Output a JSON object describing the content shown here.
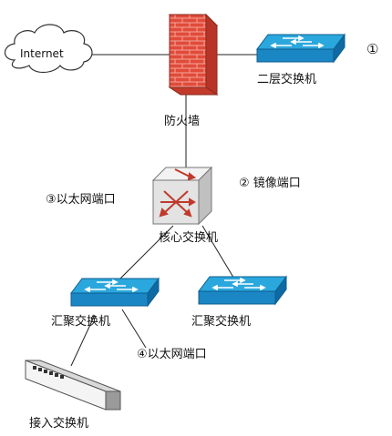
{
  "labels": {
    "internet": "Internet",
    "firewall": "防火墙",
    "l2_switch": "二层交换机",
    "marker_1": "①",
    "mirror_port": "②  镜像端口",
    "eth_port_3": "③以太网端口",
    "core_switch": "核心交换机",
    "agg_switch_left": "汇聚交换机",
    "agg_switch_right": "汇聚交换机",
    "eth_port_4": "④以太网端口",
    "access_switch": "接入交换机"
  },
  "colors": {
    "switch_top": "#2aa7dd",
    "switch_front": "#1a86c4",
    "switch_side": "#0f6aa3",
    "firewall_red": "#e14b3a",
    "firewall_side": "#b83426",
    "core_top": "#f4f4f4",
    "core_front": "#dedede",
    "core_side": "#bdbdbd",
    "line": "#222222"
  },
  "icons": [
    "cloud-icon",
    "firewall-icon",
    "switch-icon",
    "core-switch-icon",
    "access-switch-icon"
  ]
}
